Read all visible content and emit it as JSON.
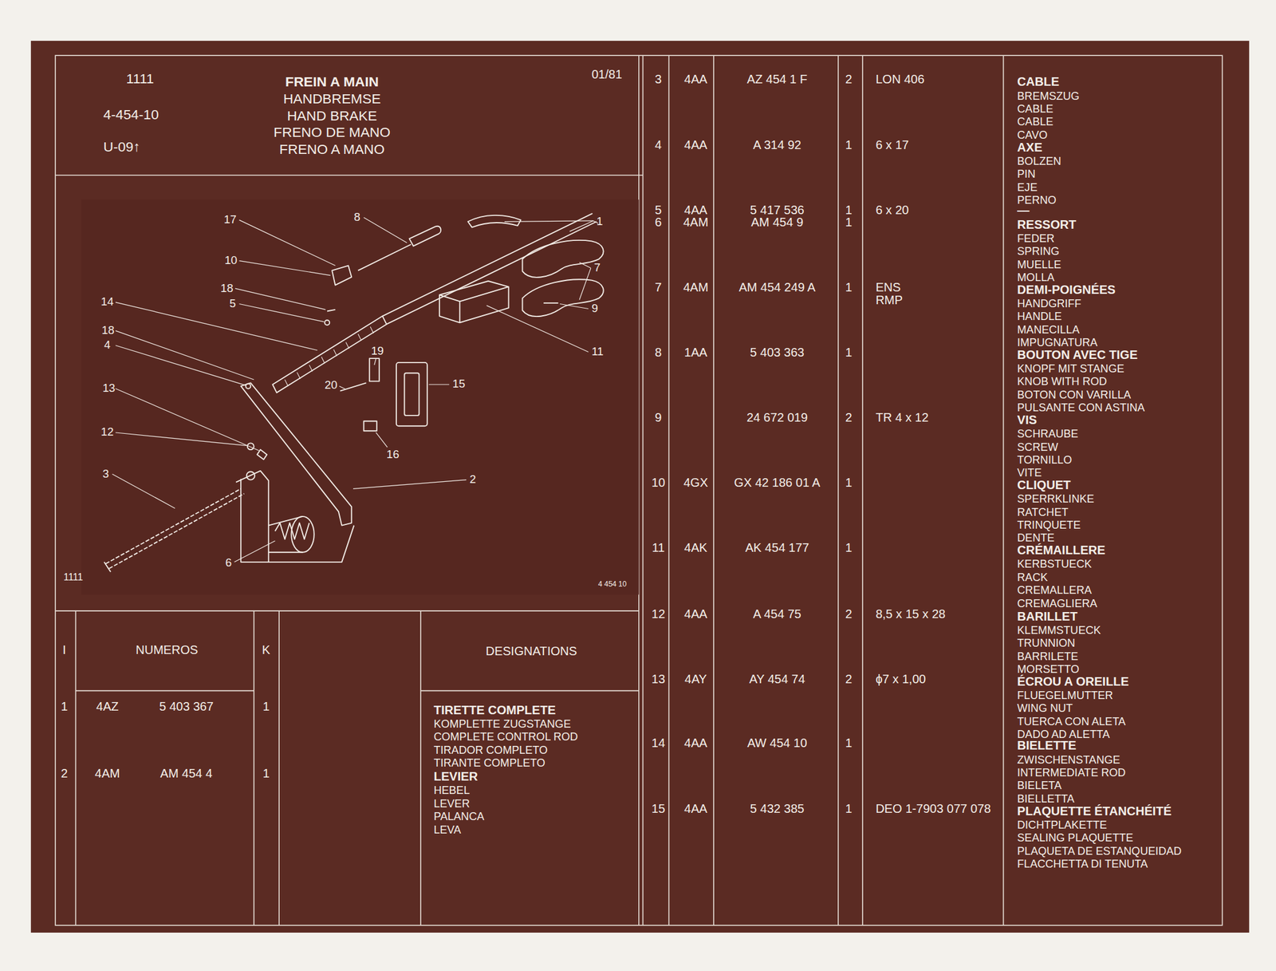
{
  "diagram": {
    "title": "FREIN A MAIN",
    "labels": [
      "1111",
      "4-454-10",
      "U-09↑",
      "01/81",
      "HANDBREMSE",
      "HAND BRAKE",
      "FRENO DE MANO",
      "FRENO A MANO",
      "17",
      "8",
      "1",
      "10",
      "7",
      "18",
      "5",
      "9",
      "14",
      "18",
      "4",
      "11",
      "19",
      "20",
      "15",
      "13",
      "12",
      "16",
      "2",
      "3",
      "6",
      "1111",
      "4 454 10",
      "I",
      "NUMEROS",
      "K",
      "DESIGNATIONS",
      "1",
      "4AZ",
      "5 403 367",
      "1",
      "TIRETTE COMPLETE",
      "KOMPLETTE ZUGSTANGE",
      "COMPLETE CONTROL ROD",
      "TIRADOR COMPLETO",
      "TIRANTE COMPLETO",
      "2",
      "4AM",
      "AM 454 4",
      "1",
      "LEVIER",
      "HEBEL",
      "LEVER",
      "PALANCA",
      "LEVA",
      "3",
      "4AA",
      "AZ 454 1 F",
      "2",
      "LON 406",
      "CABLE",
      "BREMSZUG",
      "CABLE",
      "CABLE",
      "CAVO",
      "4",
      "4AA",
      "A 314 92",
      "1",
      "6 x 17",
      "AXE",
      "BOLZEN",
      "PIN",
      "EJE",
      "PERNO",
      "5",
      "4AA",
      "5 417 536",
      "1",
      "6 x 20",
      "—",
      "6",
      "4AM",
      "AM 454 9",
      "1",
      "RESSORT",
      "FEDER",
      "SPRING",
      "MUELLE",
      "MOLLA",
      "7",
      "4AM",
      "AM 454 249 A",
      "1",
      "ENS",
      "RMP",
      "DEMI-POIGNÉES",
      "HANDGRIFF",
      "HANDLE",
      "MANECILLA",
      "IMPUGNATURA",
      "8",
      "1AA",
      "5 403 363",
      "1",
      "BOUTON AVEC TIGE",
      "KNOPF MIT STANGE",
      "KNOB WITH ROD",
      "BOTON CON VARILLA",
      "PULSANTE CON ASTINA",
      "9",
      "24 672 019",
      "2",
      "TR 4 x 12",
      "VIS",
      "SCHRAUBE",
      "SCREW",
      "TORNILLO",
      "VITE",
      "10",
      "4GX",
      "GX 42 186 01 A",
      "1",
      "CLIQUET",
      "SPERRKLINKE",
      "RATCHET",
      "TRINQUETE",
      "DENTE",
      "11",
      "4AK",
      "AK 454 177",
      "1",
      "CRÉMAILLERE",
      "KERBSTUECK",
      "RACK",
      "CREMALLERA",
      "CREMAGLIERA",
      "12",
      "4AA",
      "A 454 75",
      "2",
      "8,5 x 15 x 28",
      "BARILLET",
      "KLEMMSTUECK",
      "TRUNNION",
      "BARRILETE",
      "MORSETTO",
      "13",
      "4AY",
      "AY 454 74",
      "2",
      "ϕ7 x 1,00",
      "ÉCROU A OREILLE",
      "FLUEGELMUTTER",
      "WING NUT",
      "TUERCA CON ALETA",
      "DADO AD ALETTA",
      "14",
      "4AA",
      "AW 454 10",
      "1",
      "BIELETTE",
      "ZWISCHENSTANGE",
      "INTERMEDIATE ROD",
      "BIELETA",
      "BIELLETTA",
      "15",
      "4AA",
      "5 432 385",
      "1",
      "DEO 1-7903 077 078",
      "PLAQUETTE ÉTANCHÉITÉ",
      "DICHTPLAKETTE",
      "SEALING PLAQUETTE",
      "PLAQUETA DE ESTANQUEIDAD",
      "FLACCHETTA DI TENUTA"
    ]
  }
}
